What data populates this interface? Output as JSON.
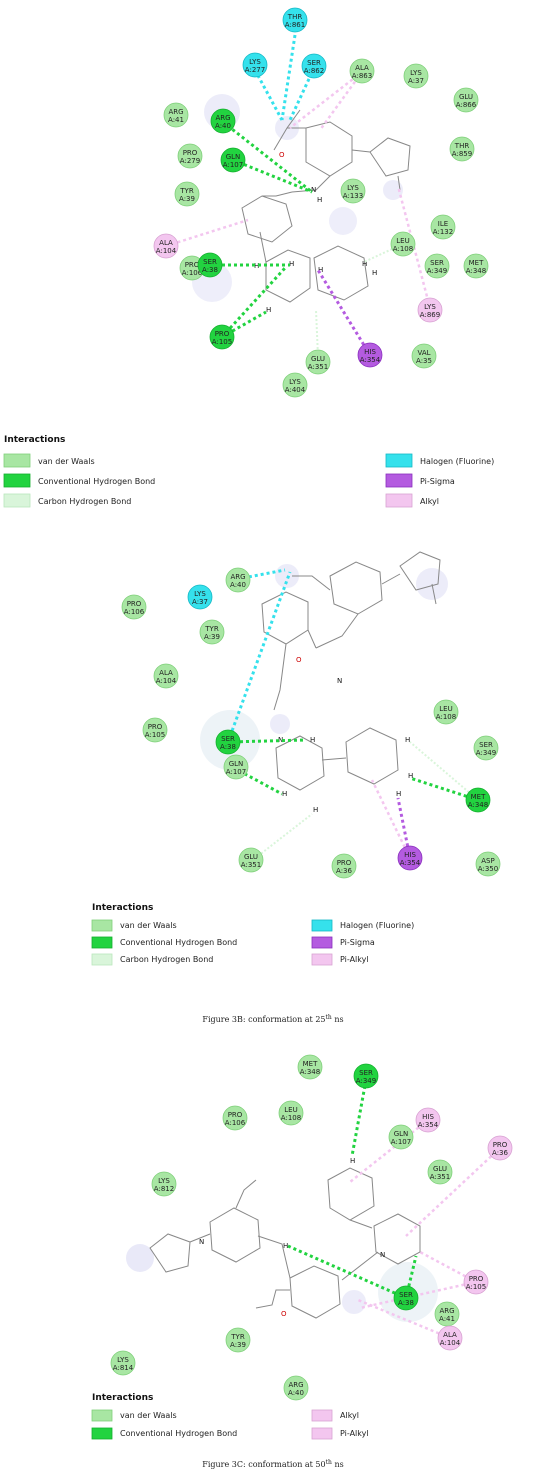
{
  "colors": {
    "vdw": "#a8e6a3",
    "conv_hbond": "#22d340",
    "carbon_hbond": "#d9f5da",
    "halogen": "#35e1ec",
    "pi_sigma": "#b45be0",
    "alkyl": "#f3c6ef"
  },
  "panel_a": {
    "residues": [
      {
        "name": "THR",
        "id": "A:861",
        "kind": "halogen"
      },
      {
        "name": "LYS",
        "id": "A:277",
        "kind": "halogen"
      },
      {
        "name": "SER",
        "id": "A:862",
        "kind": "halogen"
      },
      {
        "name": "ALA",
        "id": "A:863",
        "kind": "vdw"
      },
      {
        "name": "LYS",
        "id": "A:37",
        "kind": "vdw"
      },
      {
        "name": "GLU",
        "id": "A:866",
        "kind": "vdw"
      },
      {
        "name": "ARG",
        "id": "A:41",
        "kind": "vdw"
      },
      {
        "name": "ARG",
        "id": "A:40",
        "kind": "conv_hbond"
      },
      {
        "name": "PRO",
        "id": "A:279",
        "kind": "vdw"
      },
      {
        "name": "GLN",
        "id": "A:107",
        "kind": "conv_hbond"
      },
      {
        "name": "THR",
        "id": "A:859",
        "kind": "vdw"
      },
      {
        "name": "TYR",
        "id": "A:39",
        "kind": "vdw"
      },
      {
        "name": "LYS",
        "id": "A:133",
        "kind": "vdw"
      },
      {
        "name": "ILE",
        "id": "A:132",
        "kind": "vdw"
      },
      {
        "name": "ALA",
        "id": "A:104",
        "kind": "alkyl"
      },
      {
        "name": "LEU",
        "id": "A:108",
        "kind": "vdw"
      },
      {
        "name": "PRO",
        "id": "A:106",
        "kind": "vdw"
      },
      {
        "name": "SER",
        "id": "A:349",
        "kind": "vdw"
      },
      {
        "name": "MET",
        "id": "A:348",
        "kind": "vdw"
      },
      {
        "name": "SER",
        "id": "A:38",
        "kind": "conv_hbond"
      },
      {
        "name": "LYS",
        "id": "A:869",
        "kind": "alkyl"
      },
      {
        "name": "PRO",
        "id": "A:105",
        "kind": "conv_hbond"
      },
      {
        "name": "HIS",
        "id": "A:354",
        "kind": "pi_sigma"
      },
      {
        "name": "GLU",
        "id": "A:351",
        "kind": "vdw"
      },
      {
        "name": "VAL",
        "id": "A:35",
        "kind": "vdw"
      },
      {
        "name": "LYS",
        "id": "A:404",
        "kind": "vdw"
      }
    ],
    "legend": {
      "title": "Interactions",
      "items": [
        {
          "label": "van der Waals",
          "kind": "vdw"
        },
        {
          "label": "Conventional Hydrogen Bond",
          "kind": "conv_hbond"
        },
        {
          "label": "Carbon Hydrogen Bond",
          "kind": "carbon_hbond"
        },
        {
          "label": "Halogen (Fluorine)",
          "kind": "halogen"
        },
        {
          "label": "Pi-Sigma",
          "kind": "pi_sigma"
        },
        {
          "label": "Alkyl",
          "kind": "alkyl"
        }
      ]
    }
  },
  "panel_b": {
    "residues": [
      {
        "name": "LYS",
        "id": "A:37",
        "kind": "halogen"
      },
      {
        "name": "ARG",
        "id": "A:40",
        "kind": "vdw"
      },
      {
        "name": "PRO",
        "id": "A:106",
        "kind": "vdw"
      },
      {
        "name": "TYR",
        "id": "A:39",
        "kind": "vdw"
      },
      {
        "name": "ALA",
        "id": "A:104",
        "kind": "vdw"
      },
      {
        "name": "PRO",
        "id": "A:105",
        "kind": "vdw"
      },
      {
        "name": "LEU",
        "id": "A:108",
        "kind": "vdw"
      },
      {
        "name": "SER",
        "id": "A:38",
        "kind": "conv_hbond"
      },
      {
        "name": "SER",
        "id": "A:349",
        "kind": "vdw"
      },
      {
        "name": "GLN",
        "id": "A:107",
        "kind": "vdw"
      },
      {
        "name": "MET",
        "id": "A:348",
        "kind": "conv_hbond"
      },
      {
        "name": "GLU",
        "id": "A:351",
        "kind": "vdw"
      },
      {
        "name": "PRO",
        "id": "A:36",
        "kind": "vdw"
      },
      {
        "name": "HIS",
        "id": "A:354",
        "kind": "pi_sigma"
      },
      {
        "name": "ASP",
        "id": "A:350",
        "kind": "vdw"
      }
    ],
    "legend": {
      "title": "Interactions",
      "items": [
        {
          "label": "van der Waals",
          "kind": "vdw"
        },
        {
          "label": "Conventional Hydrogen Bond",
          "kind": "conv_hbond"
        },
        {
          "label": "Carbon Hydrogen Bond",
          "kind": "carbon_hbond"
        },
        {
          "label": "Halogen (Fluorine)",
          "kind": "halogen"
        },
        {
          "label": "Pi-Sigma",
          "kind": "pi_sigma"
        },
        {
          "label": "Pi-Alkyl",
          "kind": "alkyl"
        }
      ]
    },
    "caption": {
      "prefix": "Figure 3B: conformation at 25",
      "sup": "th",
      "suffix": " ns"
    }
  },
  "panel_c": {
    "residues": [
      {
        "name": "MET",
        "id": "A:348",
        "kind": "vdw"
      },
      {
        "name": "SER",
        "id": "A:349",
        "kind": "conv_hbond"
      },
      {
        "name": "PRO",
        "id": "A:106",
        "kind": "vdw"
      },
      {
        "name": "LEU",
        "id": "A:108",
        "kind": "vdw"
      },
      {
        "name": "HIS",
        "id": "A:354",
        "kind": "alkyl"
      },
      {
        "name": "GLN",
        "id": "A:107",
        "kind": "vdw"
      },
      {
        "name": "PRO",
        "id": "A:36",
        "kind": "alkyl"
      },
      {
        "name": "LYS",
        "id": "A:812",
        "kind": "vdw"
      },
      {
        "name": "GLU",
        "id": "A:351",
        "kind": "vdw"
      },
      {
        "name": "PRO",
        "id": "A:105",
        "kind": "alkyl"
      },
      {
        "name": "SER",
        "id": "A:38",
        "kind": "conv_hbond"
      },
      {
        "name": "ARG",
        "id": "A:41",
        "kind": "vdw"
      },
      {
        "name": "TYR",
        "id": "A:39",
        "kind": "vdw"
      },
      {
        "name": "ALA",
        "id": "A:104",
        "kind": "alkyl"
      },
      {
        "name": "LYS",
        "id": "A:814",
        "kind": "vdw"
      },
      {
        "name": "ARG",
        "id": "A:40",
        "kind": "vdw"
      }
    ],
    "legend": {
      "title": "Interactions",
      "items": [
        {
          "label": "van der Waals",
          "kind": "vdw"
        },
        {
          "label": "Conventional Hydrogen Bond",
          "kind": "conv_hbond"
        },
        {
          "label": "Alkyl",
          "kind": "alkyl"
        },
        {
          "label": "Pi-Alkyl",
          "kind": "alkyl"
        }
      ]
    },
    "caption": {
      "prefix": "Figure 3C: conformation at 50",
      "sup": "th",
      "suffix": " ns"
    }
  },
  "atoms": {
    "hydrogen": "H",
    "nitrogen": "N",
    "oxygen": "O"
  }
}
